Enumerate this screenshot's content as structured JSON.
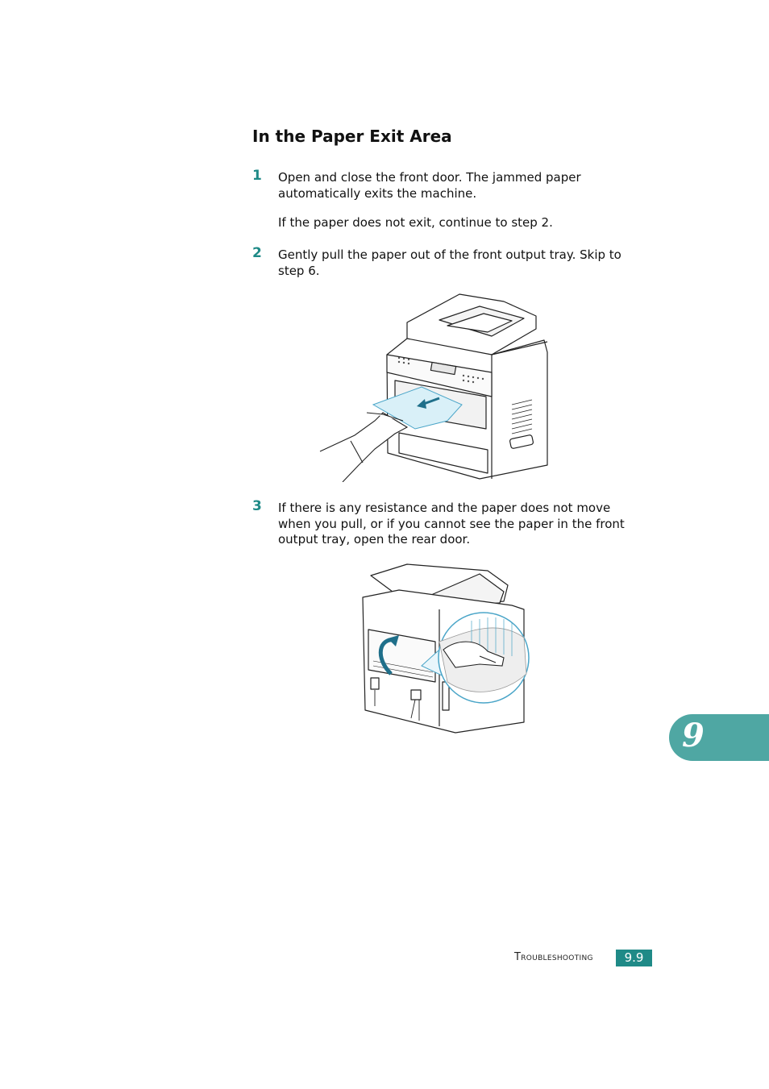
{
  "section": {
    "heading": "In the Paper Exit Area"
  },
  "steps": [
    {
      "number": "1",
      "text": "Open and close the front door. The jammed paper automatically exits the machine.",
      "note": "If the paper does not exit, continue to step 2."
    },
    {
      "number": "2",
      "text": "Gently pull the paper out of the front output tray. Skip to step 6."
    },
    {
      "number": "3",
      "text": "If there is any resistance and the paper does not move when you pull, or if you cannot see the paper in the front output tray, open the rear door."
    }
  ],
  "figures": {
    "front_icon": "printer-front-paper-pull-illustration",
    "rear_icon": "printer-rear-door-open-illustration"
  },
  "chapter_tab": {
    "number": "9",
    "color": "#4fa7a3"
  },
  "footer": {
    "title": "Troubleshooting",
    "page": "9.9",
    "accent_color": "#1f8a87"
  }
}
